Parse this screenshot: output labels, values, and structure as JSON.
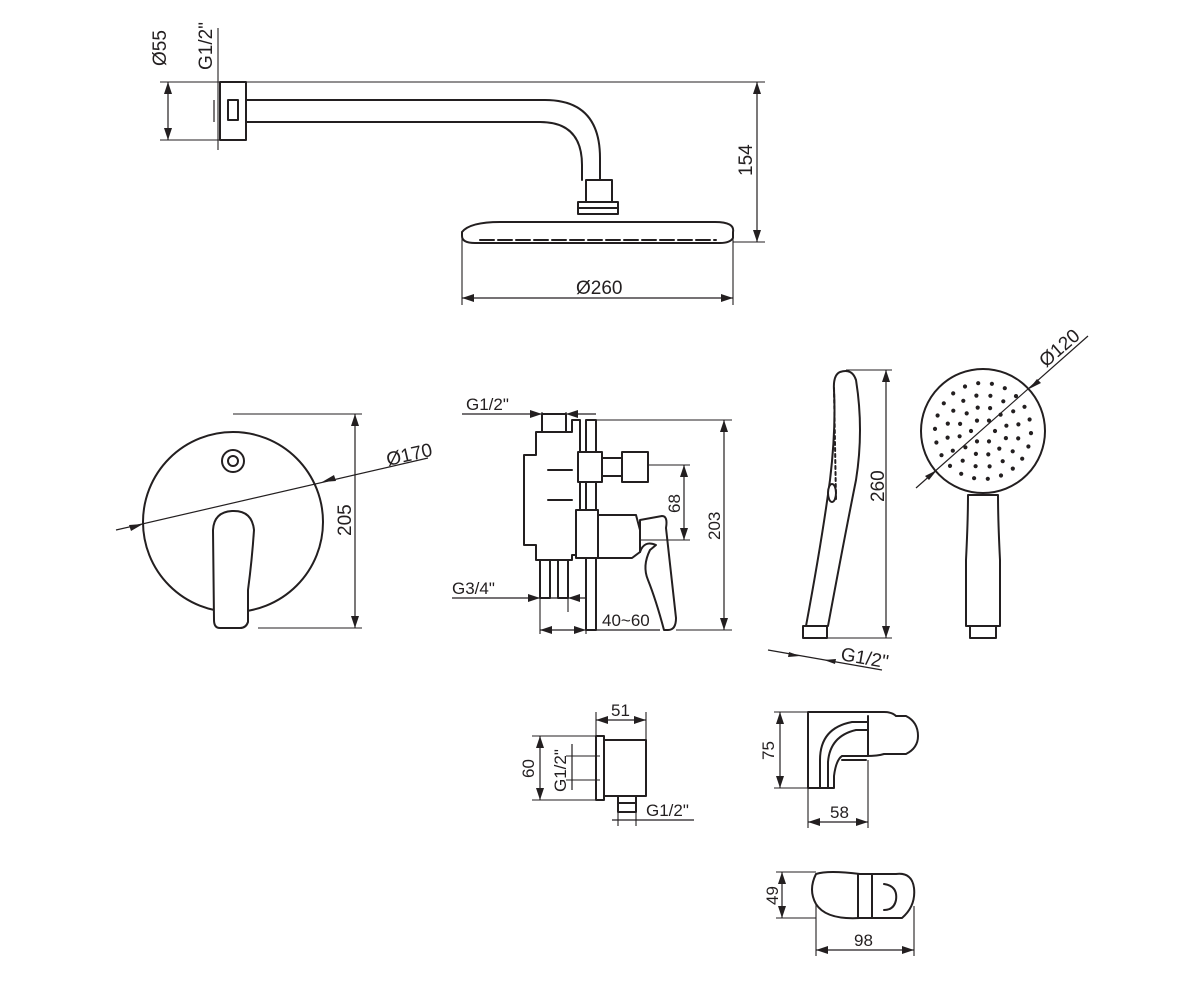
{
  "colors": {
    "line": "#231f20",
    "background": "#ffffff"
  },
  "labels": {
    "head_arm_diameter": "Ø55",
    "head_arm_thread": "G1/2\"",
    "head_height": "154",
    "head_diameter": "Ø260",
    "mixer_diameter": "Ø170",
    "mixer_height": "205",
    "body_thread_top": "G1/2\"",
    "body_offset": "68",
    "body_height": "203",
    "body_thread_bottom": "G3/4\"",
    "body_depth": "40~60",
    "hand_length": "260",
    "hand_thread": "G1/2\"",
    "hand_head_diameter": "Ø120",
    "elbow_width": "51",
    "elbow_height": "60",
    "elbow_thread_side": "G1/2\"",
    "elbow_thread_bottom": "G1/2\"",
    "holder_height": "75",
    "holder_width": "58",
    "holder_top_height": "49",
    "holder_top_width": "98"
  }
}
